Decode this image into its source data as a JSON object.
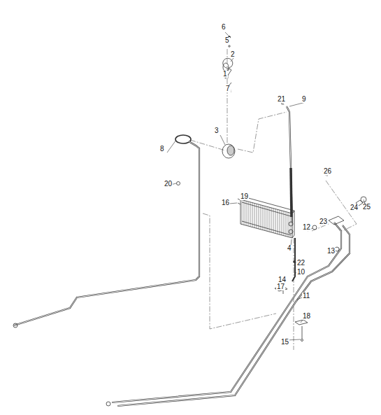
{
  "diagram": {
    "labels": [
      "6",
      "5",
      "2",
      "1",
      "7",
      "3",
      "21",
      "9",
      "8",
      "20",
      "19",
      "16",
      "26",
      "25",
      "24",
      "23",
      "12",
      "13",
      "4",
      "22",
      "10",
      "14",
      "17",
      "11",
      "18",
      "15"
    ]
  }
}
